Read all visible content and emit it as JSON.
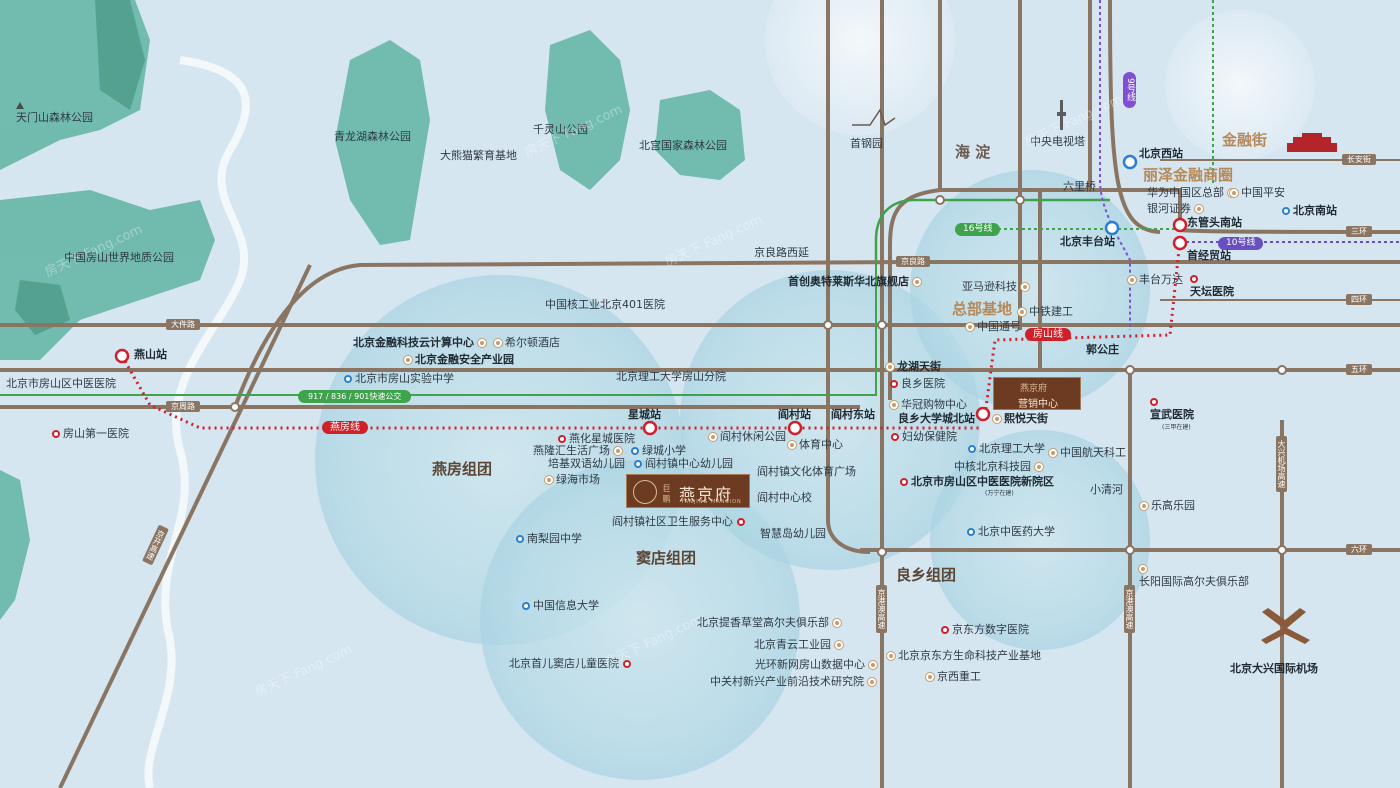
{
  "zones": {
    "yanfang": "燕房组团",
    "doudian": "窦店组团",
    "liangxiang": "良乡组团",
    "haidian": "海 淀",
    "jinrongjie": "金融街",
    "lize": "丽泽金融商圈",
    "zongbu": "总部基地"
  },
  "roads": {
    "jingliang": "京良路",
    "dajian": "大件路",
    "jingzhou": "京周路",
    "jinggang_ao": "京港澳高速",
    "jingjing": "京开高速",
    "jingliang_west": "京良路西延",
    "changan": "长安街",
    "ring3": "三环",
    "ring4": "四环",
    "ring5": "五环",
    "ring6": "六环",
    "daxing_airport_exp": "大兴机场高速",
    "jinghu_exp": "京港澳高速"
  },
  "transit": {
    "line16": "16号线",
    "line10": "10号线",
    "line9": "9号线",
    "fangshan": "房山线",
    "yanfang_line": "燕房线",
    "bus": "917 / 836 / 901快速公交"
  },
  "stations": {
    "yanshan": "燕山站",
    "xingcheng": "星城站",
    "yancun": "阎村站",
    "yancun_east": "阎村东站",
    "liangxiang_univ": "良乡大学城北站",
    "guogongzhuang": "郭公庄",
    "beijing_west": "北京西站",
    "beijing_fengtai": "北京丰台站",
    "dongguantou_south": "东管头南站",
    "shoujingmao": "首经贸站",
    "beijing_south": "北京南站",
    "liulqiao": "六里桥"
  },
  "project": {
    "brand": "巨 鹏",
    "name": "燕京府",
    "sub": "YANJING MANSION",
    "sales_center": "营销中心",
    "sales_name": "燕京府"
  },
  "poi": {
    "tianmen": "天门山森林公园",
    "qinglong": "青龙湖森林公园",
    "panda": "大熊猫繁育基地",
    "qianling": "千灵山公园",
    "beigong": "北宫国家森林公园",
    "shougang": "首钢园",
    "cctv": "中央电视塔",
    "fangshan_geo": "中国房山世界地质公园",
    "h401": "中国核工业北京401医院",
    "shouchuang": "首创奥特莱斯华北旗舰店",
    "amazon": "亚马逊科技",
    "crcc": "中铁建工",
    "chinacomm": "中国通号",
    "fintech": "北京金融科技云计算中心",
    "hilton": "希尔顿酒店",
    "finsec": "北京金融安全产业园",
    "fsexp": "北京市房山实验中学",
    "bitfs": "北京理工大学房山分院",
    "longhu": "龙湖天街",
    "lxhosp": "良乡医院",
    "huaguan": "华冠购物中心",
    "xiyue": "熙悦天街",
    "fuyou": "妇幼保健院",
    "fstcm": "北京市房山区中医医院",
    "fshosp1": "房山第一医院",
    "xingchenghosp": "燕化星城医院",
    "yanlong": "燕隆汇生活广场",
    "lvcheng_pri": "绿城小学",
    "peiji": "培基双语幼儿园",
    "lvhai": "绿海市场",
    "yancun_park": "阎村休闲公园",
    "sports": "体育中心",
    "yancun_kg": "阎村镇中心幼儿园",
    "yancun_sq": "阎村镇文化体育广场",
    "yancun_mid": "阎村中心校",
    "yancun_health": "阎村镇社区卫生服务中心",
    "zhihui": "智慧岛幼儿园",
    "nanliyuan": "南梨园中学",
    "ciu": "中国信息大学",
    "tixiang": "北京提香草堂高尔夫俱乐部",
    "qingyun": "北京青云工业园",
    "guanghuan": "光环新网房山数据中心",
    "zgc": "中关村新兴产业前沿技术研究院",
    "shouer": "北京首儿窦店儿童医院",
    "bit": "北京理工大学",
    "casic": "中国航天科工",
    "cnnc": "中核北京科技园",
    "fstcm_new": "北京市房山区中医医院新院区",
    "fstcm_new_sub": "(万宁在建)",
    "xiaoqinghe": "小清河",
    "bucm": "北京中医药大学",
    "dongfang_digital": "京东方数字医院",
    "dongfang_life": "北京京东方生命科技产业基地",
    "jingxi": "京西重工",
    "xuanwu": "宣武医院",
    "xuanwu_sub": "(三甲在建)",
    "lego": "乐高乐园",
    "changyang_golf": "长阳国际高尔夫俱乐部",
    "daxing_airport": "北京大兴国际机场",
    "huawei": "华为中国区总部",
    "pingan": "中国平安",
    "yinhe": "银河证券",
    "fengtai_wanda": "丰台万达",
    "tiantan": "天坛医院"
  },
  "colors": {
    "water": "#d6e6f1",
    "forest": "#5fb3a3",
    "road": "#8a7563",
    "metro_red": "#d0202a",
    "line16": "#3fa34d",
    "line10": "#6a4fc2",
    "line9": "#7e4fd0",
    "project": "#6d3b22"
  },
  "watermark": "房天下 Fang.com"
}
